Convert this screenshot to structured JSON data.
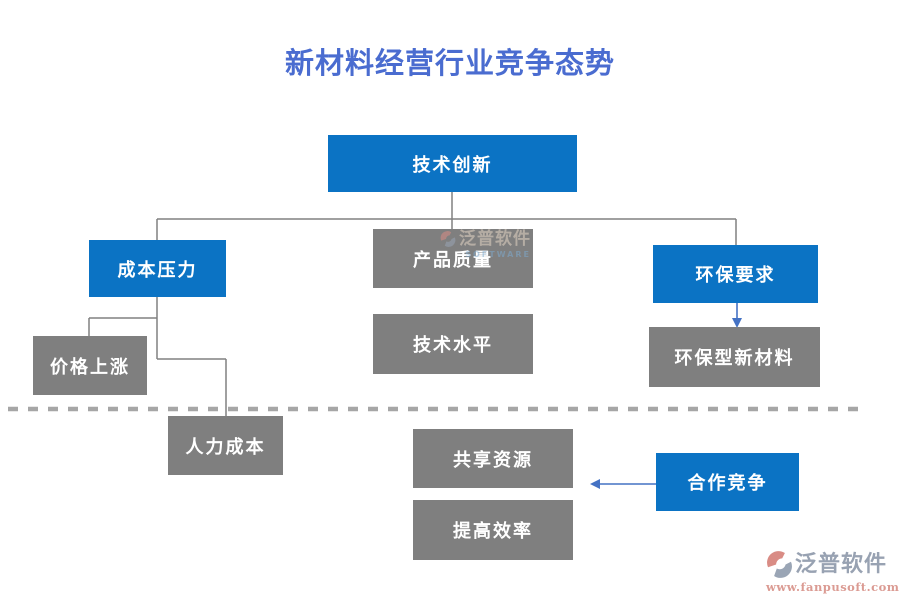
{
  "title": {
    "text": "新材料经营行业竞争态势"
  },
  "nodes": {
    "tech_innovation": {
      "label": "技术创新"
    },
    "cost_pressure": {
      "label": "成本压力"
    },
    "product_quality": {
      "label": "产品质量"
    },
    "tech_level": {
      "label": "技术水平"
    },
    "env_requirement": {
      "label": "环保要求"
    },
    "eco_material": {
      "label": "环保型新材料"
    },
    "price_rise": {
      "label": "价格上涨"
    },
    "labor_cost": {
      "label": "人力成本"
    },
    "shared_resources": {
      "label": "共享资源"
    },
    "improve_efficiency": {
      "label": "提高效率"
    },
    "coop_competition": {
      "label": "合作竞争"
    }
  },
  "watermark_center": {
    "brand": "泛普软件",
    "subtext": "SOFTWARE"
  },
  "watermark_corner": {
    "brand": "泛普软件",
    "url": "www.fanpusoft.com"
  },
  "colors": {
    "title": "#4A6CD0",
    "blue_box": "#0B73C4",
    "gray_box": "#7F7F7F",
    "box_text": "#FFFFFF",
    "connector": "#808080",
    "divider": "#A6A6A6",
    "arrow": "#4472C4",
    "watermark_brand": "#98A2B2",
    "watermark_url": "#DB9B93",
    "watermark_logo_red": "#D98C85",
    "watermark_logo_gray": "#9AA5B5"
  }
}
